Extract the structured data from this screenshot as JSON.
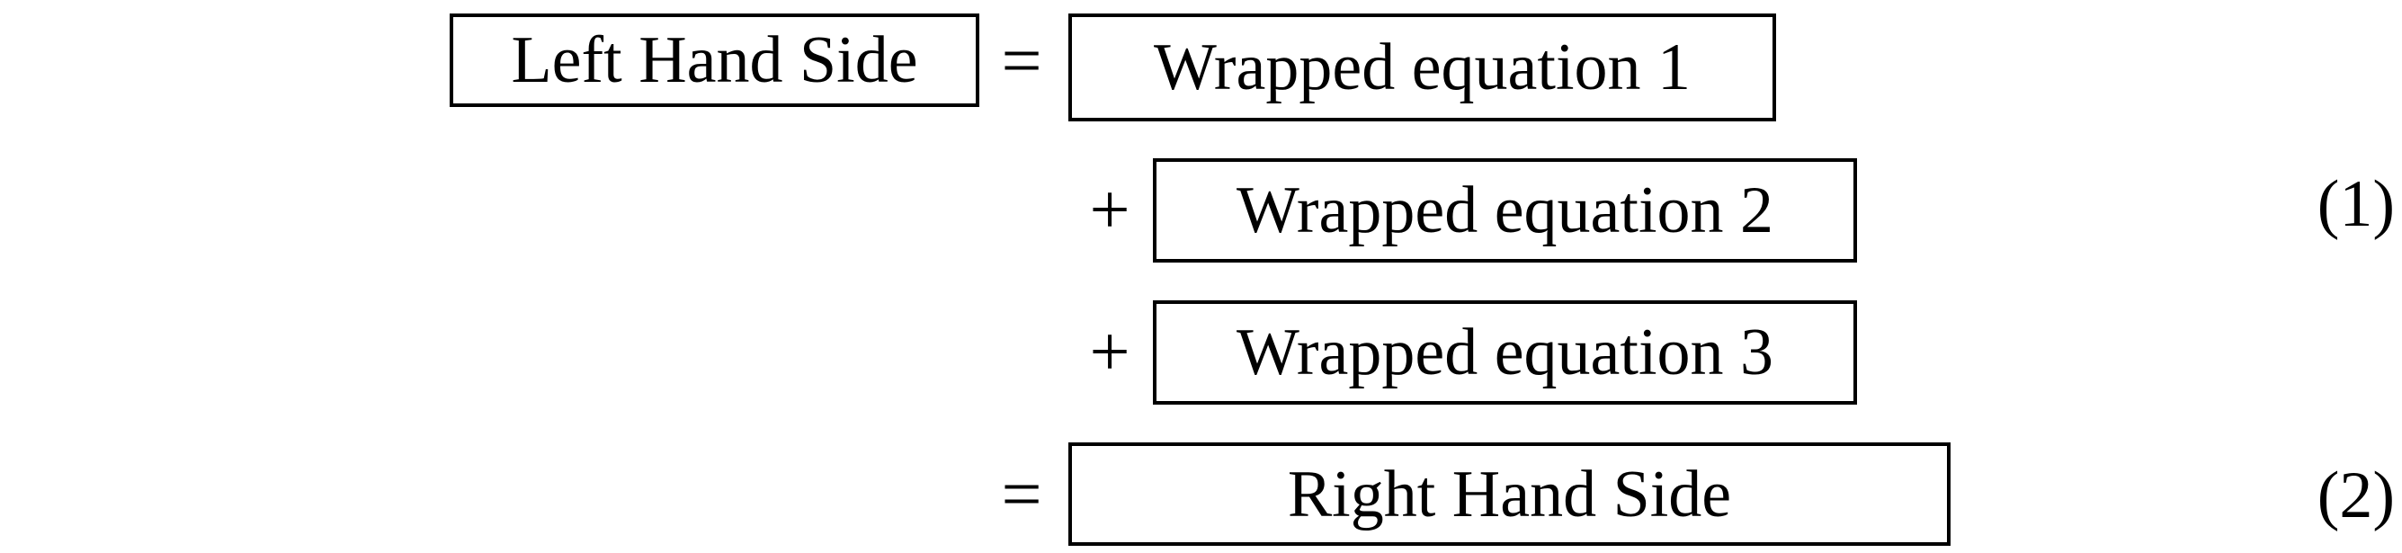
{
  "equation": {
    "colors": {
      "ink": "#000000",
      "background": "#ffffff"
    },
    "lines": [
      {
        "lhs": "Left Hand Side",
        "op": "=",
        "box": "Wrapped equation 1"
      },
      {
        "op": "+",
        "box": "Wrapped equation 2",
        "number": "(1)"
      },
      {
        "op": "+",
        "box": "Wrapped equation 3"
      },
      {
        "op": "=",
        "box": "Right Hand Side",
        "number": "(2)"
      }
    ]
  }
}
